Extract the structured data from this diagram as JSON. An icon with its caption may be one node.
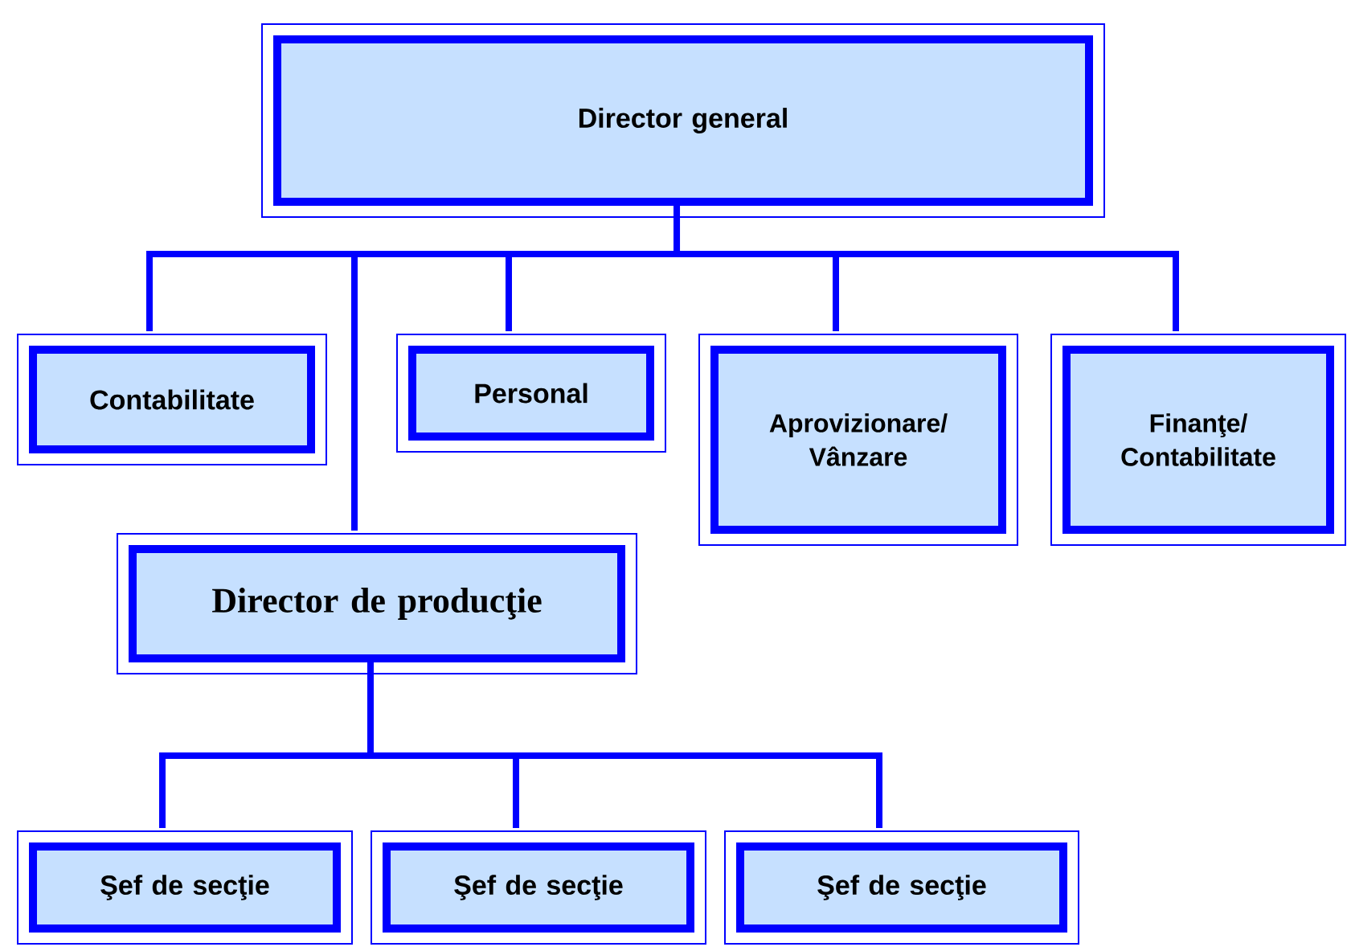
{
  "diagram": {
    "nodes": [
      {
        "text": [
          "Director general"
        ]
      },
      {
        "text": [
          "Contabilitate"
        ]
      },
      {
        "text": [
          "Personal"
        ]
      },
      {
        "text": [
          "Aprovizionare/ Vânzare"
        ]
      },
      {
        "text": [
          "Finanţe/ Contabilitate"
        ]
      },
      {
        "text": [
          "Director de producţie"
        ]
      },
      {
        "text": [
          "Şef de secţie"
        ]
      },
      {
        "text": [
          "Şef de secţie"
        ]
      },
      {
        "text": [
          "Şef de secţie"
        ]
      }
    ],
    "edges": [
      {
        "from": 0,
        "to": 1,
        "arrow": "none"
      },
      {
        "from": 0,
        "to": 2,
        "arrow": "none"
      },
      {
        "from": 0,
        "to": 3,
        "arrow": "none"
      },
      {
        "from": 0,
        "to": 4,
        "arrow": "none"
      },
      {
        "from": 0,
        "to": 5,
        "arrow": "none"
      },
      {
        "from": 5,
        "to": 6,
        "arrow": "none"
      },
      {
        "from": 5,
        "to": 7,
        "arrow": "none"
      },
      {
        "from": 5,
        "to": 8,
        "arrow": "none"
      }
    ]
  }
}
